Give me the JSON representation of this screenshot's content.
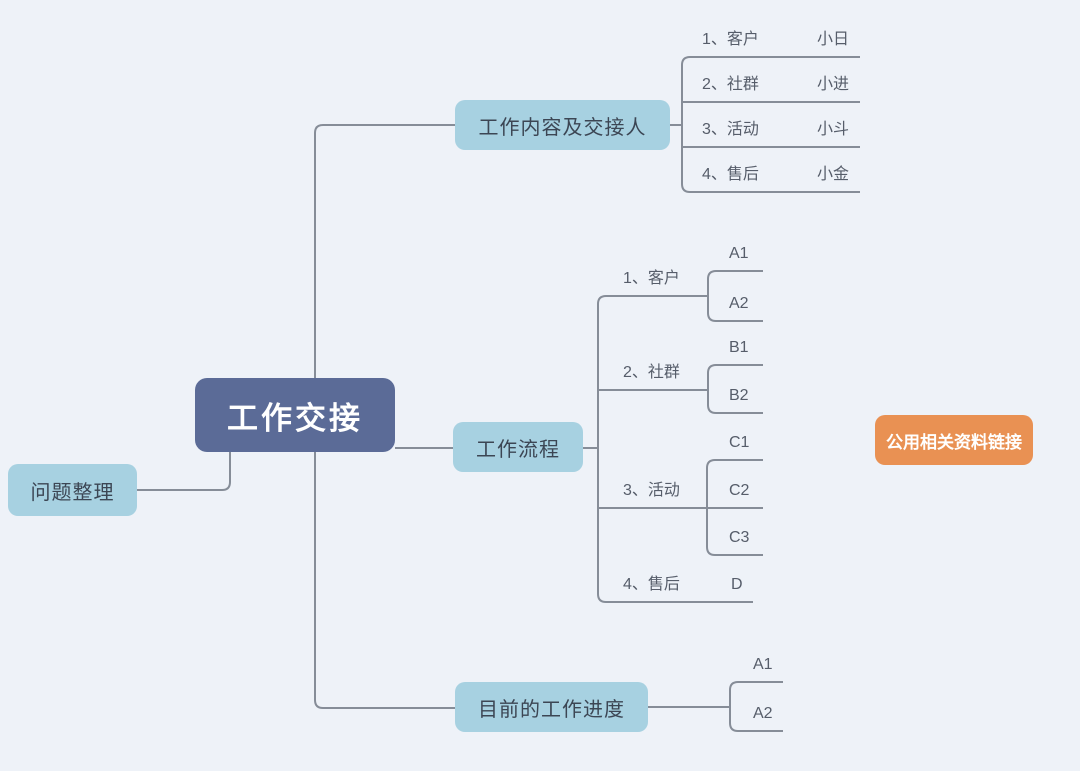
{
  "mindmap": {
    "root": {
      "label": "工作交接"
    },
    "floating": {
      "issues": {
        "label": "问题整理"
      },
      "resources": {
        "label": "公用相关资料链接"
      }
    },
    "branches": [
      {
        "label": "工作内容及交接人",
        "children": [
          {
            "label": "1、客户",
            "children": [
              {
                "label": "小日"
              }
            ]
          },
          {
            "label": "2、社群",
            "children": [
              {
                "label": "小进"
              }
            ]
          },
          {
            "label": "3、活动",
            "children": [
              {
                "label": "小斗"
              }
            ]
          },
          {
            "label": "4、售后",
            "children": [
              {
                "label": "小金"
              }
            ]
          }
        ]
      },
      {
        "label": "工作流程",
        "children": [
          {
            "label": "1、客户",
            "children": [
              {
                "label": "A1"
              },
              {
                "label": "A2"
              }
            ]
          },
          {
            "label": "2、社群",
            "children": [
              {
                "label": "B1"
              },
              {
                "label": "B2"
              }
            ]
          },
          {
            "label": "3、活动",
            "children": [
              {
                "label": "C1"
              },
              {
                "label": "C2"
              },
              {
                "label": "C3"
              }
            ]
          },
          {
            "label": "4、售后",
            "children": [
              {
                "label": "D"
              }
            ]
          }
        ]
      },
      {
        "label": "目前的工作进度",
        "children": [
          {
            "label": "A1"
          },
          {
            "label": "A2"
          }
        ]
      }
    ],
    "colors": {
      "canvas_bg": "#eef2f8",
      "root_fill": "#5b6b97",
      "root_text": "#ffffff",
      "branch_fill": "#a7d1e1",
      "branch_text": "#3c4654",
      "accent_fill": "#e99153",
      "accent_text": "#ffffff",
      "connector": "#868d98",
      "leaf_text": "#565d6a"
    }
  }
}
